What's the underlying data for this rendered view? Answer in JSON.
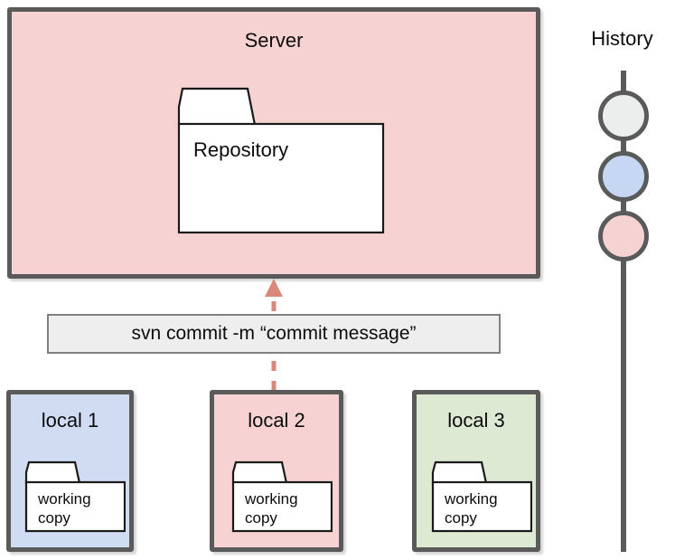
{
  "diagram": {
    "title_hidden": "SVN commit workflow",
    "colors": {
      "server_fill": "#f6d2d2",
      "local1_fill": "#cfdcf2",
      "local2_fill": "#f6d2d2",
      "local3_fill": "#dde9d3",
      "folder_fill": "#ffffff",
      "border_dark": "#5a5a5a",
      "folder_border": "#1a1a1a",
      "command_fill": "#eeeeee",
      "command_border": "#808080",
      "arrow": "#d9887a",
      "history_node_1": "#eceded",
      "history_node_2": "#c5d7f2",
      "history_node_3": "#f6d2d2"
    }
  },
  "server": {
    "label": "Server",
    "repository": {
      "label": "Repository"
    }
  },
  "command": {
    "text": "svn commit -m “commit message”"
  },
  "arrow": {
    "name": "commit-arrow",
    "direction": "up",
    "style": "dashed",
    "from": "local 2",
    "to": "Server"
  },
  "locals": [
    {
      "label": "local 1",
      "folder_line1": "working",
      "folder_line2": "copy"
    },
    {
      "label": "local 2",
      "folder_line1": "working",
      "folder_line2": "copy"
    },
    {
      "label": "local 3",
      "folder_line1": "working",
      "folder_line2": "copy"
    }
  ],
  "history": {
    "title": "History",
    "nodes": [
      {
        "name": "history-node-1",
        "fill": "#eceded"
      },
      {
        "name": "history-node-2",
        "fill": "#c5d7f2"
      },
      {
        "name": "history-node-3",
        "fill": "#f6d2d2"
      }
    ]
  }
}
